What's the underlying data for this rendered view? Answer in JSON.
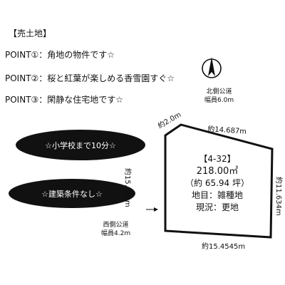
{
  "header": {
    "title": "【売土地】",
    "points": [
      "POINT①：角地の物件です☆",
      "POINT②：桜と紅葉が楽しめる香雪園すぐ☆",
      "POINT③：閑静な住宅地です☆"
    ]
  },
  "roads": {
    "north": {
      "name": "北側公道",
      "width": "幅員6.0m"
    },
    "west": {
      "name": "西側公道",
      "width": "幅員4.2m"
    }
  },
  "highlights": [
    "☆小学校まで10分☆",
    "☆建築条件なし☆"
  ],
  "plot": {
    "lot_number": "【4-32】",
    "area_m2": "218.00㎡",
    "area_tsubo": "（約 65.94 坪）",
    "land_category": "地目：雑種地",
    "current_state": "現況：更地"
  },
  "dimensions": {
    "top": "約14.687m",
    "corner": "約2.0m",
    "left": "約15.456m",
    "right": "約11.634m",
    "bottom": "約15.4545m"
  },
  "colors": {
    "line": "#111111",
    "pill_bg": "#111111",
    "pill_text": "#ffffff"
  },
  "icons": {
    "north_arrow": "north-arrow-icon",
    "road_arrow": "arrow-right-icon"
  }
}
